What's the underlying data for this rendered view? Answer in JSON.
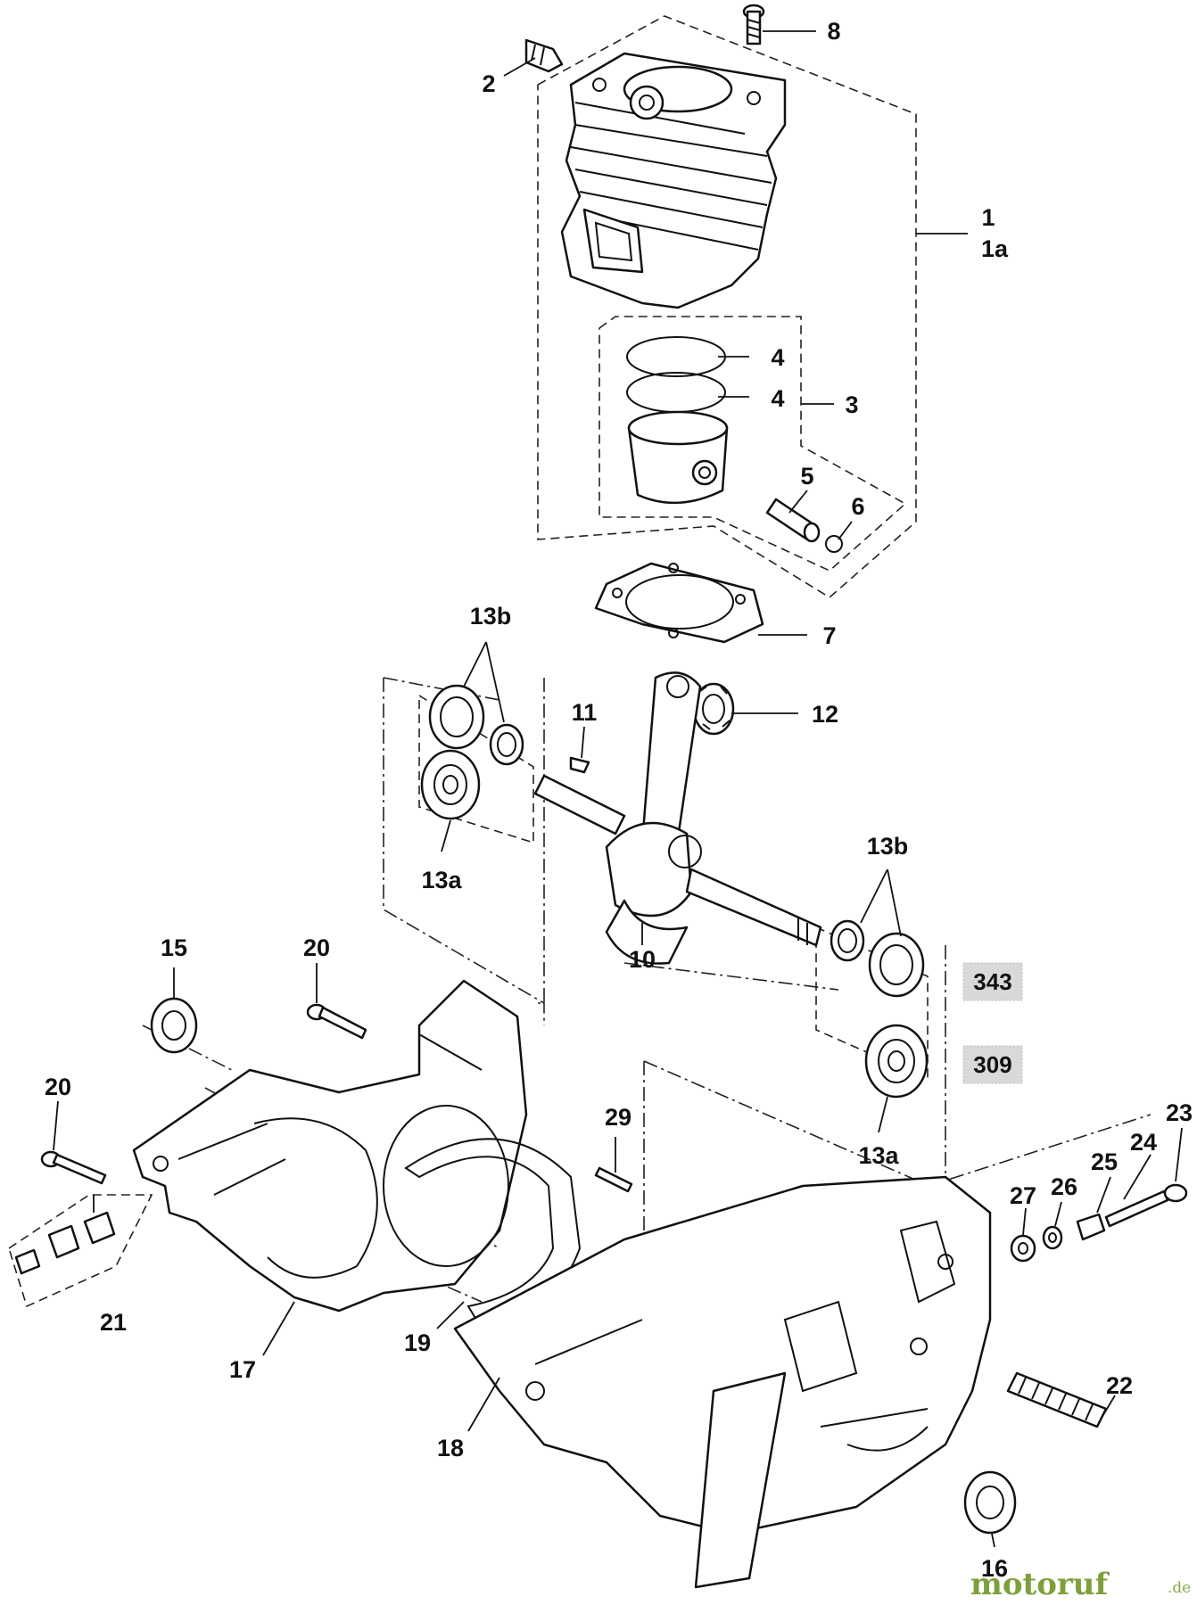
{
  "callouts": {
    "c1": "1",
    "c1a": "1a",
    "c2": "2",
    "c3": "3",
    "c4a": "4",
    "c4b": "4",
    "c5": "5",
    "c6": "6",
    "c7": "7",
    "c8": "8",
    "c10": "10",
    "c11": "11",
    "c12": "12",
    "c13a_left": "13a",
    "c13a_right": "13a",
    "c13b_left": "13b",
    "c13b_right": "13b",
    "c15": "15",
    "c16": "16",
    "c17": "17",
    "c18": "18",
    "c19": "19",
    "c20_top": "20",
    "c20_left": "20",
    "c21": "21",
    "c22": "22",
    "c23": "23",
    "c24": "24",
    "c25": "25",
    "c26": "26",
    "c27": "27",
    "c29": "29"
  },
  "reference_boxes": {
    "ref_343": "343",
    "ref_309": "309"
  },
  "watermark": {
    "brand": "motoruf",
    "suffix": ".de"
  },
  "colors": {
    "line": "#111111",
    "ref_box_fill": "#d9d9d9",
    "watermark": "#7e9f3a"
  }
}
